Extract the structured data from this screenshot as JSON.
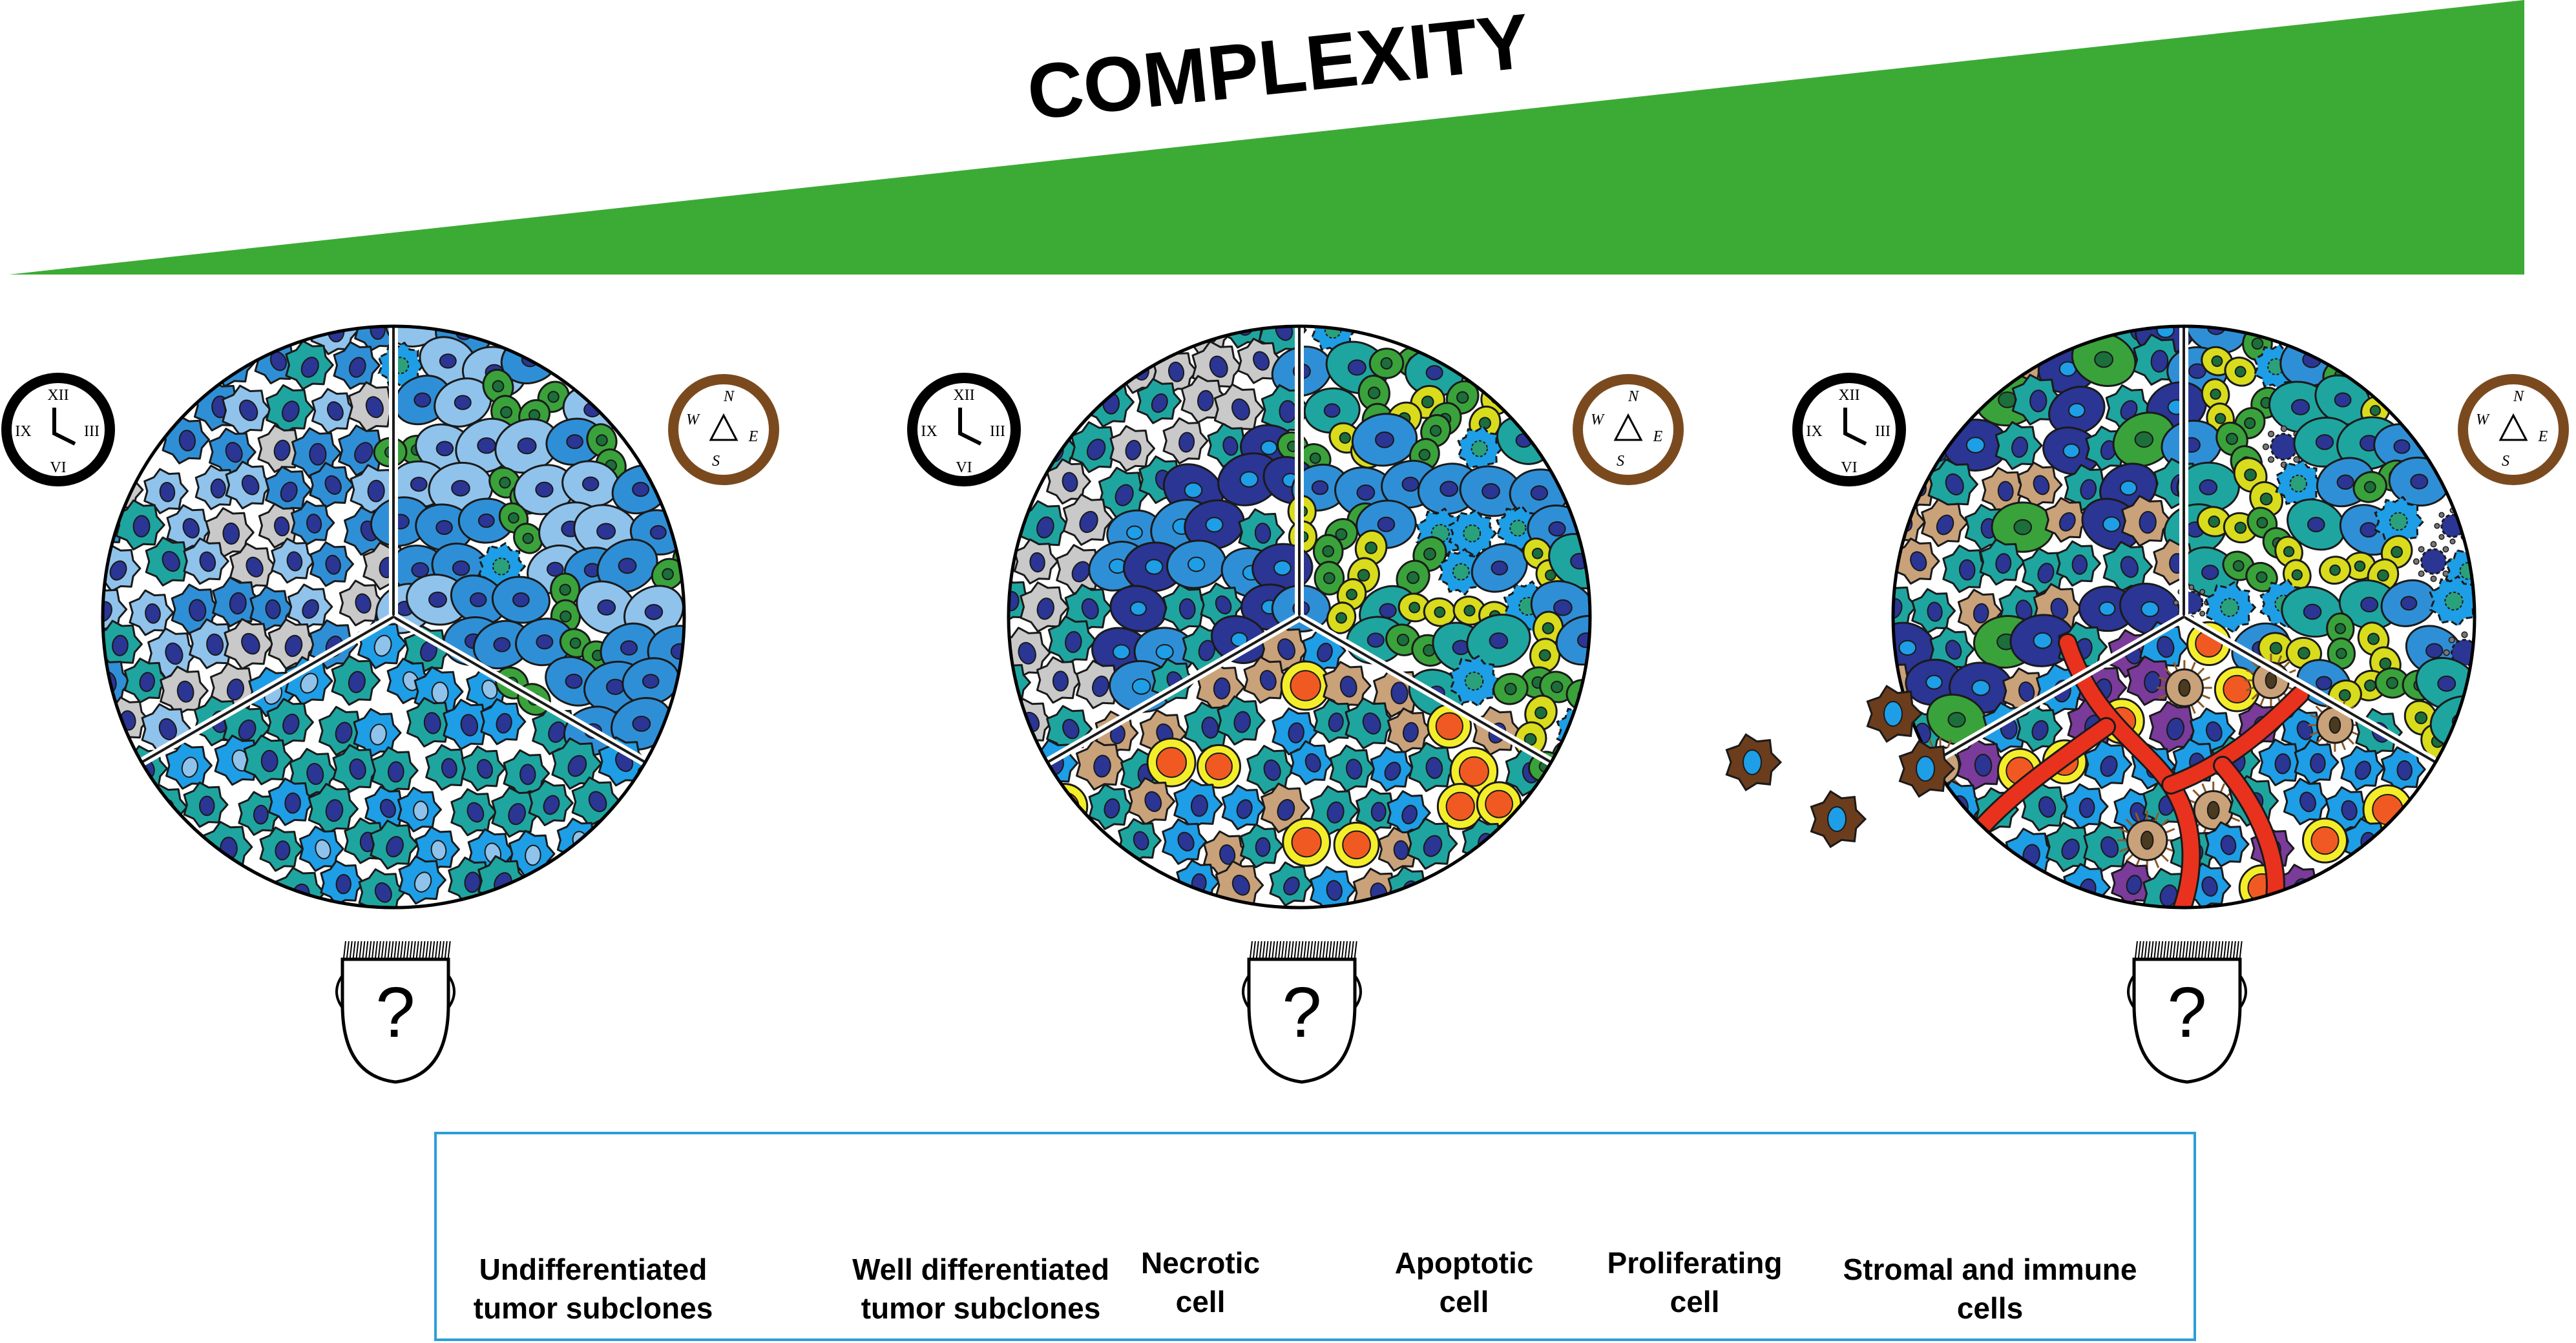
{
  "banner": {
    "title": "COMPLEXITY",
    "color": "#3cab35"
  },
  "colors": {
    "teal": "#1fa5a0",
    "blue": "#2f8fd6",
    "light_blue": "#8fc3ec",
    "sky": "#1e9ee6",
    "navy": "#2b3594",
    "grey": "#c9c9c9",
    "tan": "#c9a27a",
    "brown": "#6b3d1c",
    "green": "#3aa23a",
    "dark_green": "#1c6e3a",
    "lime": "#d8dc1c",
    "orange": "#f05a22",
    "yellow": "#f4ee2a",
    "red": "#e8321e",
    "purple": "#7a3b9a",
    "legend_border": "#2b9fd8"
  },
  "icons": [
    "clock-icon",
    "compass-icon",
    "observer-head-icon"
  ],
  "clock": {
    "numerals": [
      "XII",
      "III",
      "VI",
      "IX"
    ]
  },
  "compass": {
    "directions": [
      "N",
      "E",
      "S",
      "W"
    ]
  },
  "observer": {
    "mark": "?"
  },
  "panels": [
    {
      "id": "low",
      "features": [
        "undifferentiated",
        "well-differentiated",
        "apoptotic",
        "proliferating"
      ]
    },
    {
      "id": "medium",
      "features": [
        "undifferentiated",
        "well-differentiated",
        "apoptotic",
        "proliferating",
        "immune"
      ]
    },
    {
      "id": "high",
      "features": [
        "undifferentiated",
        "well-differentiated",
        "apoptotic",
        "proliferating",
        "necrotic",
        "immune",
        "stroma",
        "vessels",
        "migrating"
      ]
    }
  ],
  "legend": {
    "items": [
      {
        "key": "undifferentiated",
        "label_line1": "Undifferentiated",
        "label_line2": "tumor subclones"
      },
      {
        "key": "well",
        "label_line1": "Well differentiated",
        "label_line2": "tumor subclones"
      },
      {
        "key": "necrotic",
        "label_line1": "Necrotic",
        "label_line2": "cell"
      },
      {
        "key": "apoptotic",
        "label_line1": "Apoptotic",
        "label_line2": "cell"
      },
      {
        "key": "proliferating",
        "label_line1": "Proliferating",
        "label_line2": "cell"
      },
      {
        "key": "stromal",
        "label_line1": "Stromal and immune",
        "label_line2": "cells"
      }
    ]
  }
}
